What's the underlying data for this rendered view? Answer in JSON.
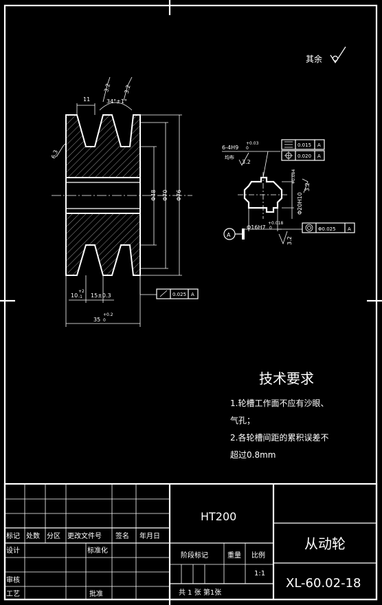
{
  "surface_mark_other": "其余",
  "roughness": {
    "r1": "3.2",
    "r2": "3.2",
    "r3": "6.3",
    "r4": "3.2",
    "r5": "3.2",
    "r6": "3.2"
  },
  "angle_dim": "34°±1°",
  "dim_11": "11",
  "dims_main": {
    "d48": "Φ48",
    "d70": "Φ70",
    "d76": "Φ76"
  },
  "dims_bottom": {
    "d10": "10",
    "d10_tol_top": "+2",
    "d10_tol_bot": "-1",
    "d15": "15±0.3",
    "d35": "35",
    "d35_tol_top": "+0.2",
    "d35_tol_bot": "0"
  },
  "runout": {
    "value": "0.025",
    "datum": "A"
  },
  "spline": {
    "label": "6-4H9",
    "tol_top": "+0.03",
    "tol_bot": "0",
    "distributed": "均布",
    "fcf1_value": "0.015",
    "fcf1_datum": "A",
    "fcf2_value": "0.020",
    "fcf2_datum": "A",
    "d20": "Φ20H10",
    "d20_tol_top": "+0.084",
    "d20_tol_bot": "0",
    "d16": "Φ16H7",
    "d16_tol_top": "+0.018",
    "d16_tol_bot": "0",
    "fcf3_value": "Φ0.025",
    "fcf3_datum": "A",
    "datum_label": "A"
  },
  "tech_req": {
    "title": "技术要求",
    "line1": "1.轮槽工作面不应有沙眼、",
    "line2": "气孔；",
    "line3": "2.各轮槽间距的累积误差不",
    "line4": "超过0.8mm"
  },
  "title_block": {
    "material": "HT200",
    "part_name": "从动轮",
    "drawing_no": "XL-60.02-18",
    "scale": "1:1",
    "sheets": "共 1 张 第1张",
    "headers": [
      "标记",
      "处数",
      "分区",
      "更改文件号",
      "签名",
      "年月日"
    ],
    "design": "设计",
    "standardization": "标准化",
    "stage_mark": "阶段标记",
    "weight": "重量",
    "scale_label": "比例",
    "review": "审核",
    "process": "工艺",
    "approve": "批准"
  }
}
